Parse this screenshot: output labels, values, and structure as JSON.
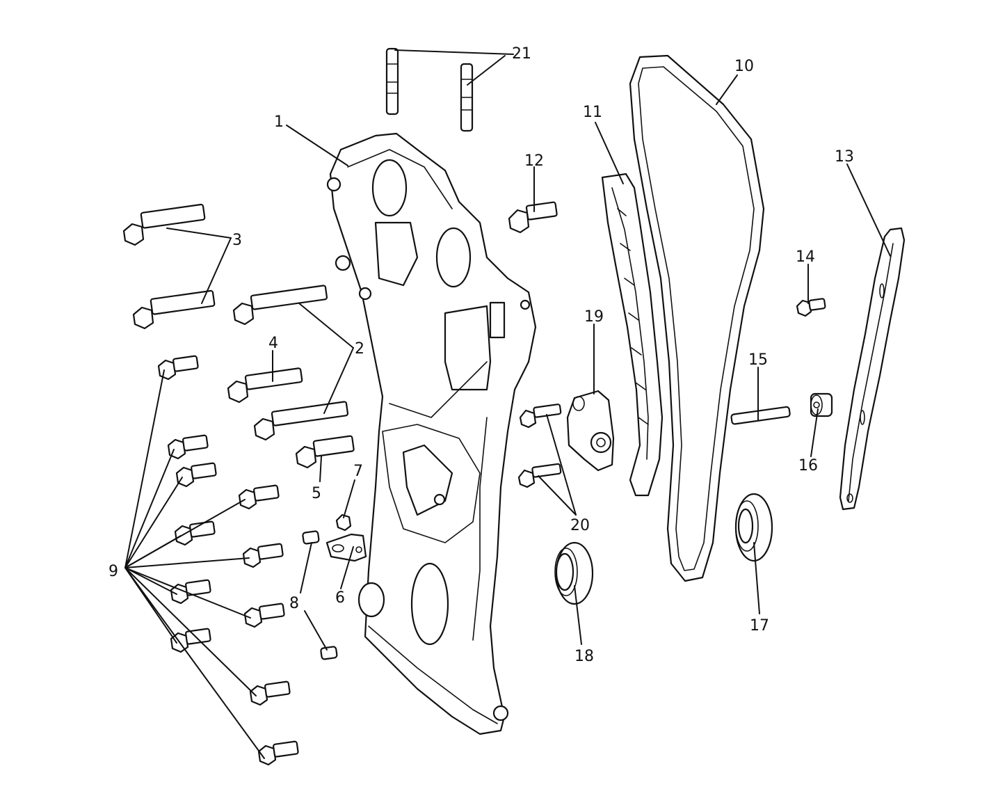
{
  "callouts": {
    "c1": "1",
    "c2": "2",
    "c3": "3",
    "c4": "4",
    "c5": "5",
    "c6": "6",
    "c7": "7",
    "c8": "8",
    "c9": "9",
    "c10": "10",
    "c11": "11",
    "c12": "12",
    "c13": "13",
    "c14": "14",
    "c15": "15",
    "c16": "16",
    "c17": "17",
    "c18": "18",
    "c19": "19",
    "c20": "20",
    "c21": "21"
  },
  "colors": {
    "ink": "#111111",
    "background": "#ffffff"
  }
}
